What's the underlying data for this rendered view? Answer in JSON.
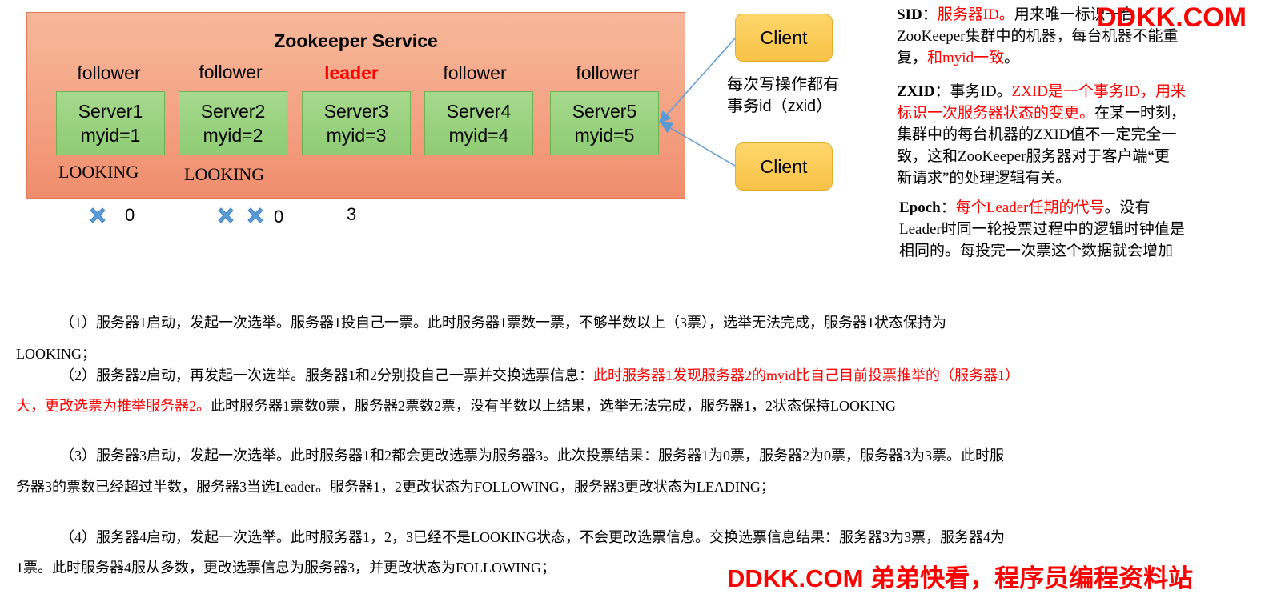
{
  "diagram": {
    "service_title": "Zookeeper Service",
    "servers": [
      {
        "role": "follower",
        "name": "Server1",
        "myid": "myid=1",
        "status": "LOOKING",
        "vote": "0"
      },
      {
        "role": "follower",
        "name": "Server2",
        "myid": "myid=2",
        "status": "LOOKING",
        "vote": "0"
      },
      {
        "role": "leader",
        "name": "Server3",
        "myid": "myid=3",
        "status": "",
        "vote": "3"
      },
      {
        "role": "follower",
        "name": "Server4",
        "myid": "myid=4",
        "status": "",
        "vote": ""
      },
      {
        "role": "follower",
        "name": "Server5",
        "myid": "myid=5",
        "status": "",
        "vote": ""
      }
    ],
    "clients": [
      "Client",
      "Client"
    ],
    "write_note_line1": "每次写操作都有",
    "write_note_line2": "事务id（zxid）",
    "colors": {
      "leader": "#ff0000",
      "service_bg": "#f4a384",
      "server_bg": "#8fcc74",
      "client_bg": "#f7c247",
      "arrow": "#5b9bd5",
      "cross": "#5b9bd5"
    }
  },
  "definitions": {
    "sid": {
      "term": "SID",
      "colon": "：",
      "highlight": "服务器ID。",
      "line1_rest": "用来唯一标识一台",
      "line2": "ZooKeeper集群中的机器，每台机器不能重",
      "line3_a": "复，",
      "line3_b": "和myid一致",
      "line3_c": "。"
    },
    "zxid": {
      "term": "ZXID",
      "colon": "：",
      "line1_a": "事务ID。",
      "line1_b": "ZXID是一个事务ID，用来",
      "line2_a": "标识一次服务器状态的变更。",
      "line2_b": "在某一时刻，",
      "line3": "集群中的每台机器的ZXID值不一定完全一",
      "line4": "致，这和ZooKeeper服务器对于客户端“更",
      "line5": "新请求”的处理逻辑有关。"
    },
    "epoch": {
      "term": "Epoch",
      "colon": "：",
      "line1_a": "每个Leader任期的代号",
      "line1_b": "。没有",
      "line2": "Leader时同一轮投票过程中的逻辑时钟值是",
      "line3": "相同的。每投完一次票这个数据就会增加"
    }
  },
  "steps": {
    "s1_line1": "（1）服务器1启动，发起一次选举。服务器1投自己一票。此时服务器1票数一票，不够半数以上（3票），选举无法完成，服务器1状态保持为",
    "s1_line2": "LOOKING；",
    "s2_line1_a": "（2）服务器2启动，再发起一次选举。服务器1和2分别投自己一票并交换选票信息：",
    "s2_line1_b": "此时服务器1发现服务器2的myid比自己目前投票推举的（服务器1）",
    "s2_line2_a": "大，更改选票为推举服务器2。",
    "s2_line2_b": "此时服务器1票数0票，服务器2票数2票，没有半数以上结果，选举无法完成，服务器1，2状态保持LOOKING",
    "s3_line1": "（3）服务器3启动，发起一次选举。此时服务器1和2都会更改选票为服务器3。此次投票结果：服务器1为0票，服务器2为0票，服务器3为3票。此时服",
    "s3_line2": "务器3的票数已经超过半数，服务器3当选Leader。服务器1，2更改状态为FOLLOWING，服务器3更改状态为LEADING；",
    "s4_line1": "（4）服务器4启动，发起一次选举。此时服务器1，2，3已经不是LOOKING状态，不会更改选票信息。交换选票信息结果：服务器3为3票，服务器4为",
    "s4_line2": "1票。此时服务器4服从多数，更改选票信息为服务器3，并更改状态为FOLLOWING；"
  },
  "watermarks": {
    "top": "DDKK.COM",
    "bottom": "DDKK.COM 弟弟快看，程序员编程资料站"
  }
}
